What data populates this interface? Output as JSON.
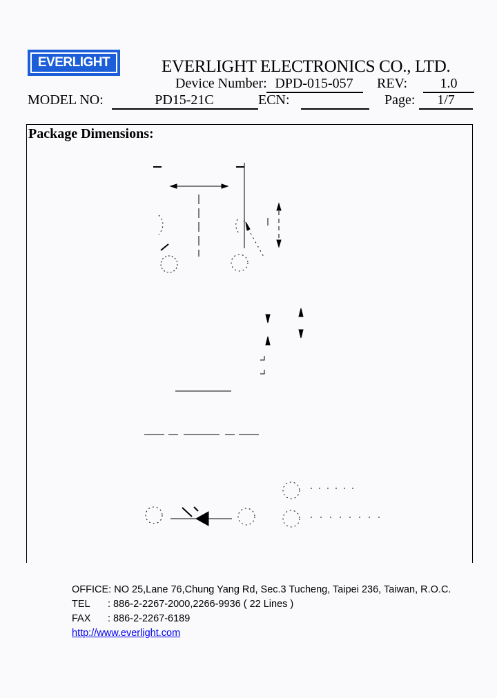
{
  "header": {
    "logo_text": "EVERLIGHT",
    "company_name": "EVERLIGHT ELECTRONICS CO., LTD.",
    "device_number_label": "Device Number:",
    "device_number_value": "DPD-015-057",
    "rev_label": "REV:",
    "rev_value": "1.0",
    "model_label": "MODEL NO:",
    "model_value": "PD15-21C",
    "ecn_label": "ECN:",
    "ecn_value": "",
    "page_label": "Page:",
    "page_value": "1/7"
  },
  "colors": {
    "brand_blue": "#1b5ed8",
    "link_blue": "#0000ee",
    "background": "#fafafc"
  },
  "section": {
    "title": "Package Dimensions:"
  },
  "footer": {
    "office_label": "OFFICE:",
    "office_value": "NO 25,Lane 76,Chung Yang Rd, Sec.3 Tucheng, Taipei 236, Taiwan, R.O.C.",
    "tel_label": "TEL",
    "tel_value": ": 886-2-2267-2000,2266-9936 ( 22 Lines )",
    "fax_label": "FAX",
    "fax_value": ": 886-2-2267-6189",
    "website": "http://www.everlight.com"
  }
}
